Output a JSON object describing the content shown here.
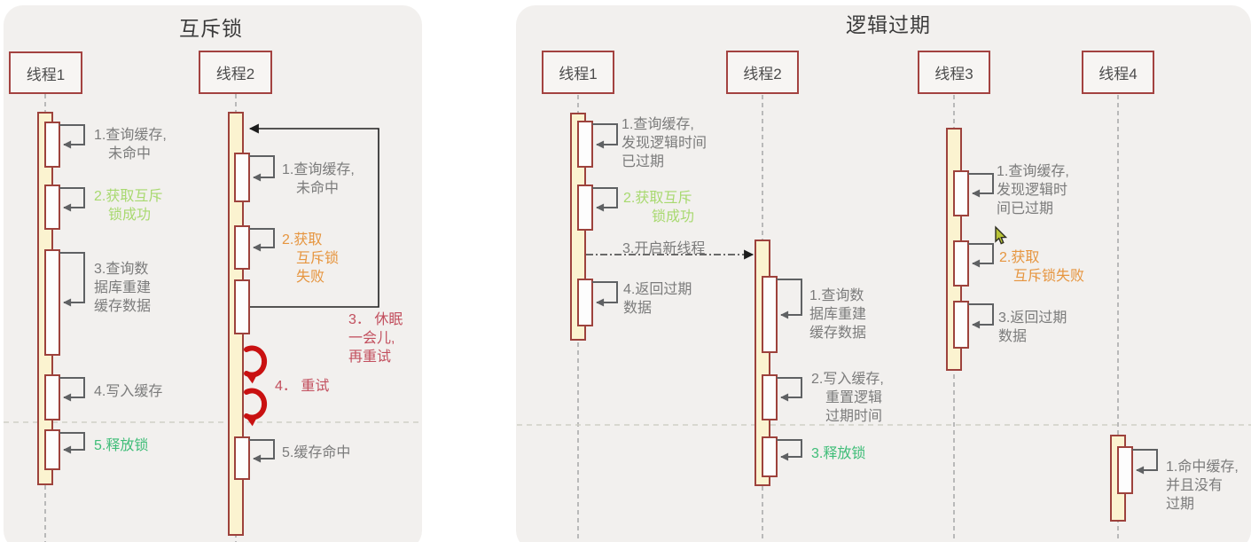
{
  "colors": {
    "panel_bg": "#f2f0ee",
    "activation_fill": "#fbf3d0",
    "activation_border": "#9d423c",
    "thread_box_border": "#a34240",
    "label_gray": "#7b7b7b",
    "light_green": "#a8d96f",
    "green": "#3fbd78",
    "orange": "#e6953f",
    "crimson": "#c24f5e",
    "retry_arrow_red": "#c91111",
    "message_line_gray": "#5f6163"
  },
  "left_panel": {
    "title": "互斥锁",
    "threads": [
      {
        "name": "线程1",
        "steps": [
          {
            "text": "1.查询缓存,\n　未命中",
            "tone": "gray"
          },
          {
            "text": "2.获取互斥\n　锁成功",
            "tone": "light-green"
          },
          {
            "text": "3.查询数\n据库重建\n缓存数据",
            "tone": "gray"
          },
          {
            "text": "4.写入缓存",
            "tone": "gray"
          },
          {
            "text": "5.释放锁",
            "tone": "green"
          }
        ]
      },
      {
        "name": "线程2",
        "steps": [
          {
            "text": "1.查询缓存,\n　未命中",
            "tone": "gray"
          },
          {
            "text": "2.获取\n　互斥锁\n　失败",
            "tone": "orange"
          },
          {
            "text": "3． 休眠\n一会儿,\n再重试",
            "tone": "crimson"
          },
          {
            "text": "4． 重试",
            "tone": "crimson"
          },
          {
            "text": "5.缓存命中",
            "tone": "gray"
          }
        ]
      }
    ]
  },
  "right_panel": {
    "title": "逻辑过期",
    "threads": [
      {
        "name": "线程1",
        "steps": [
          {
            "text": "1.查询缓存,\n发现逻辑时间\n已过期",
            "tone": "gray"
          },
          {
            "text": "2.获取互斥\n　　锁成功",
            "tone": "light-green"
          },
          {
            "text": "3.开启新线程",
            "tone": "gray"
          },
          {
            "text": "4.返回过期\n数据",
            "tone": "gray"
          }
        ]
      },
      {
        "name": "线程2",
        "steps": [
          {
            "text": "1.查询数\n据库重建\n缓存数据",
            "tone": "gray"
          },
          {
            "text": "2.写入缓存,\n　重置逻辑\n　过期时间",
            "tone": "gray"
          },
          {
            "text": "3.释放锁",
            "tone": "green"
          }
        ]
      },
      {
        "name": "线程3",
        "steps": [
          {
            "text": "1.查询缓存,\n发现逻辑时\n间已过期",
            "tone": "gray"
          },
          {
            "text": "2.获取\n　互斥锁失败",
            "tone": "orange"
          },
          {
            "text": "3.返回过期\n数据",
            "tone": "gray"
          }
        ]
      },
      {
        "name": "线程4",
        "steps": [
          {
            "text": "1.命中缓存,\n并且没有\n过期",
            "tone": "gray"
          }
        ]
      }
    ]
  }
}
